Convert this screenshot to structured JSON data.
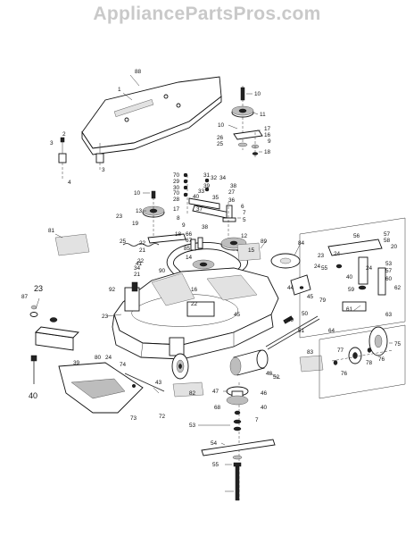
{
  "watermark": "AppliancePartsPros.com",
  "callouts": [
    {
      "id": "c88",
      "text": "88"
    },
    {
      "id": "c1",
      "text": "1"
    },
    {
      "id": "c2",
      "text": "2"
    },
    {
      "id": "c3a",
      "text": "3"
    },
    {
      "id": "c3b",
      "text": "3"
    },
    {
      "id": "c4",
      "text": "4"
    },
    {
      "id": "c10a",
      "text": "10"
    },
    {
      "id": "c11",
      "text": "11"
    },
    {
      "id": "c10b",
      "text": "10"
    },
    {
      "id": "c17a",
      "text": "17"
    },
    {
      "id": "c16a",
      "text": "16"
    },
    {
      "id": "c9a",
      "text": "9"
    },
    {
      "id": "c26",
      "text": "26"
    },
    {
      "id": "c25",
      "text": "25"
    },
    {
      "id": "c18a",
      "text": "18"
    },
    {
      "id": "c70a",
      "text": "70"
    },
    {
      "id": "c29",
      "text": "29"
    },
    {
      "id": "c30",
      "text": "30"
    },
    {
      "id": "c31",
      "text": "31"
    },
    {
      "id": "c32",
      "text": "32"
    },
    {
      "id": "c34a",
      "text": "34"
    },
    {
      "id": "c38a",
      "text": "38"
    },
    {
      "id": "c70b",
      "text": "70"
    },
    {
      "id": "c33",
      "text": "33"
    },
    {
      "id": "c27",
      "text": "27"
    },
    {
      "id": "c28",
      "text": "28"
    },
    {
      "id": "c39a",
      "text": "39"
    },
    {
      "id": "c40a",
      "text": "40"
    },
    {
      "id": "c35",
      "text": "35"
    },
    {
      "id": "c36",
      "text": "36"
    },
    {
      "id": "c10c",
      "text": "10"
    },
    {
      "id": "c13",
      "text": "13"
    },
    {
      "id": "c37",
      "text": "37"
    },
    {
      "id": "c6",
      "text": "6"
    },
    {
      "id": "c7a",
      "text": "7"
    },
    {
      "id": "c5",
      "text": "5"
    },
    {
      "id": "c23a",
      "text": "23"
    },
    {
      "id": "c17b",
      "text": "17"
    },
    {
      "id": "c8",
      "text": "8"
    },
    {
      "id": "c9b",
      "text": "9"
    },
    {
      "id": "c19",
      "text": "19"
    },
    {
      "id": "c18b",
      "text": "18"
    },
    {
      "id": "c38b",
      "text": "38"
    },
    {
      "id": "c81",
      "text": "81"
    },
    {
      "id": "c25b",
      "text": "25"
    },
    {
      "id": "c22a",
      "text": "22"
    },
    {
      "id": "c21a",
      "text": "21"
    },
    {
      "id": "c66",
      "text": "66"
    },
    {
      "id": "c67",
      "text": "67"
    },
    {
      "id": "c85",
      "text": "85"
    },
    {
      "id": "c14",
      "text": "14"
    },
    {
      "id": "c12",
      "text": "12"
    },
    {
      "id": "c15",
      "text": "15"
    },
    {
      "id": "c89",
      "text": "89"
    },
    {
      "id": "c84",
      "text": "84"
    },
    {
      "id": "c22b",
      "text": "22"
    },
    {
      "id": "c34b",
      "text": "34"
    },
    {
      "id": "c21b",
      "text": "21"
    },
    {
      "id": "c90",
      "text": "90"
    },
    {
      "id": "c16b",
      "text": "16"
    },
    {
      "id": "c22c",
      "text": "22"
    },
    {
      "id": "c45a",
      "text": "45"
    },
    {
      "id": "c92",
      "text": "92"
    },
    {
      "id": "c87",
      "text": "87"
    },
    {
      "id": "c23b",
      "text": "23"
    },
    {
      "id": "c23c",
      "text": "23"
    },
    {
      "id": "c24a",
      "text": "24"
    },
    {
      "id": "c56",
      "text": "56"
    },
    {
      "id": "c57a",
      "text": "57"
    },
    {
      "id": "c58",
      "text": "58"
    },
    {
      "id": "c20",
      "text": "20"
    },
    {
      "id": "c23d",
      "text": "23"
    },
    {
      "id": "c24b",
      "text": "24"
    },
    {
      "id": "c53a",
      "text": "53"
    },
    {
      "id": "c55a",
      "text": "55"
    },
    {
      "id": "c44",
      "text": "44"
    },
    {
      "id": "c24c",
      "text": "24"
    },
    {
      "id": "c57b",
      "text": "57"
    },
    {
      "id": "c45b",
      "text": "45"
    },
    {
      "id": "c40b",
      "text": "40"
    },
    {
      "id": "c60",
      "text": "60"
    },
    {
      "id": "c62",
      "text": "62"
    },
    {
      "id": "c79",
      "text": "79"
    },
    {
      "id": "c59",
      "text": "59"
    },
    {
      "id": "c61",
      "text": "61"
    },
    {
      "id": "c63",
      "text": "63"
    },
    {
      "id": "c50",
      "text": "50"
    },
    {
      "id": "c49",
      "text": "49"
    },
    {
      "id": "c51",
      "text": "51"
    },
    {
      "id": "c64",
      "text": "64"
    },
    {
      "id": "c75",
      "text": "75"
    },
    {
      "id": "c77",
      "text": "77"
    },
    {
      "id": "c78",
      "text": "78"
    },
    {
      "id": "c76a",
      "text": "76"
    },
    {
      "id": "c76b",
      "text": "76"
    },
    {
      "id": "c39b",
      "text": "39"
    },
    {
      "id": "c80",
      "text": "80"
    },
    {
      "id": "c24d",
      "text": "24"
    },
    {
      "id": "c74",
      "text": "74"
    },
    {
      "id": "c73",
      "text": "73"
    },
    {
      "id": "c72",
      "text": "72"
    },
    {
      "id": "c82",
      "text": "82"
    },
    {
      "id": "c43",
      "text": "43"
    },
    {
      "id": "c83",
      "text": "83"
    },
    {
      "id": "c52",
      "text": "52"
    },
    {
      "id": "c48",
      "text": "48"
    },
    {
      "id": "c47",
      "text": "47"
    },
    {
      "id": "c46",
      "text": "46"
    },
    {
      "id": "c68",
      "text": "68"
    },
    {
      "id": "c40c",
      "text": "40"
    },
    {
      "id": "c7b",
      "text": "7"
    },
    {
      "id": "c53b",
      "text": "53"
    },
    {
      "id": "c54",
      "text": "54"
    },
    {
      "id": "c55b",
      "text": "55"
    },
    {
      "id": "c40d",
      "text": "40"
    },
    {
      "id": "c41",
      "text": "41"
    }
  ]
}
